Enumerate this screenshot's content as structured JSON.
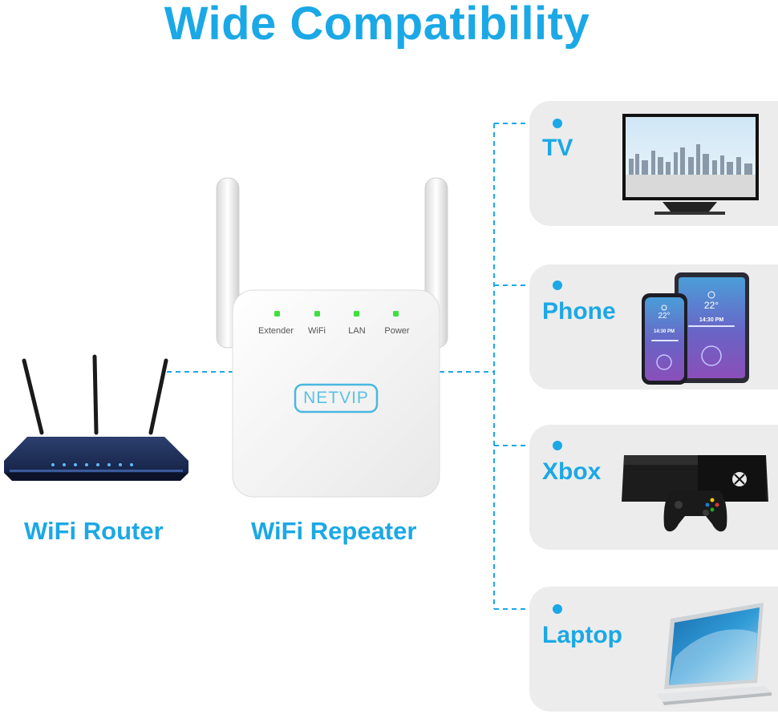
{
  "title": "Wide Compatibility",
  "router": {
    "label": "WiFi Router"
  },
  "repeater": {
    "label": "WiFi Repeater",
    "brand": "NETVIP",
    "indicators": [
      {
        "label": "Extender"
      },
      {
        "label": "WiFi"
      },
      {
        "label": "LAN"
      },
      {
        "label": "Power"
      }
    ]
  },
  "devices": [
    {
      "label": "TV",
      "icon": "tv-icon"
    },
    {
      "label": "Phone",
      "icon": "phone-tablet-icon"
    },
    {
      "label": "Xbox",
      "icon": "xbox-console-icon"
    },
    {
      "label": "Laptop",
      "icon": "laptop-icon"
    }
  ],
  "screen": {
    "temp": "22°",
    "time": "14:30 PM"
  },
  "colors": {
    "accent": "#1ba8e6",
    "led": "#3ee03e",
    "panel": "#ececec"
  }
}
